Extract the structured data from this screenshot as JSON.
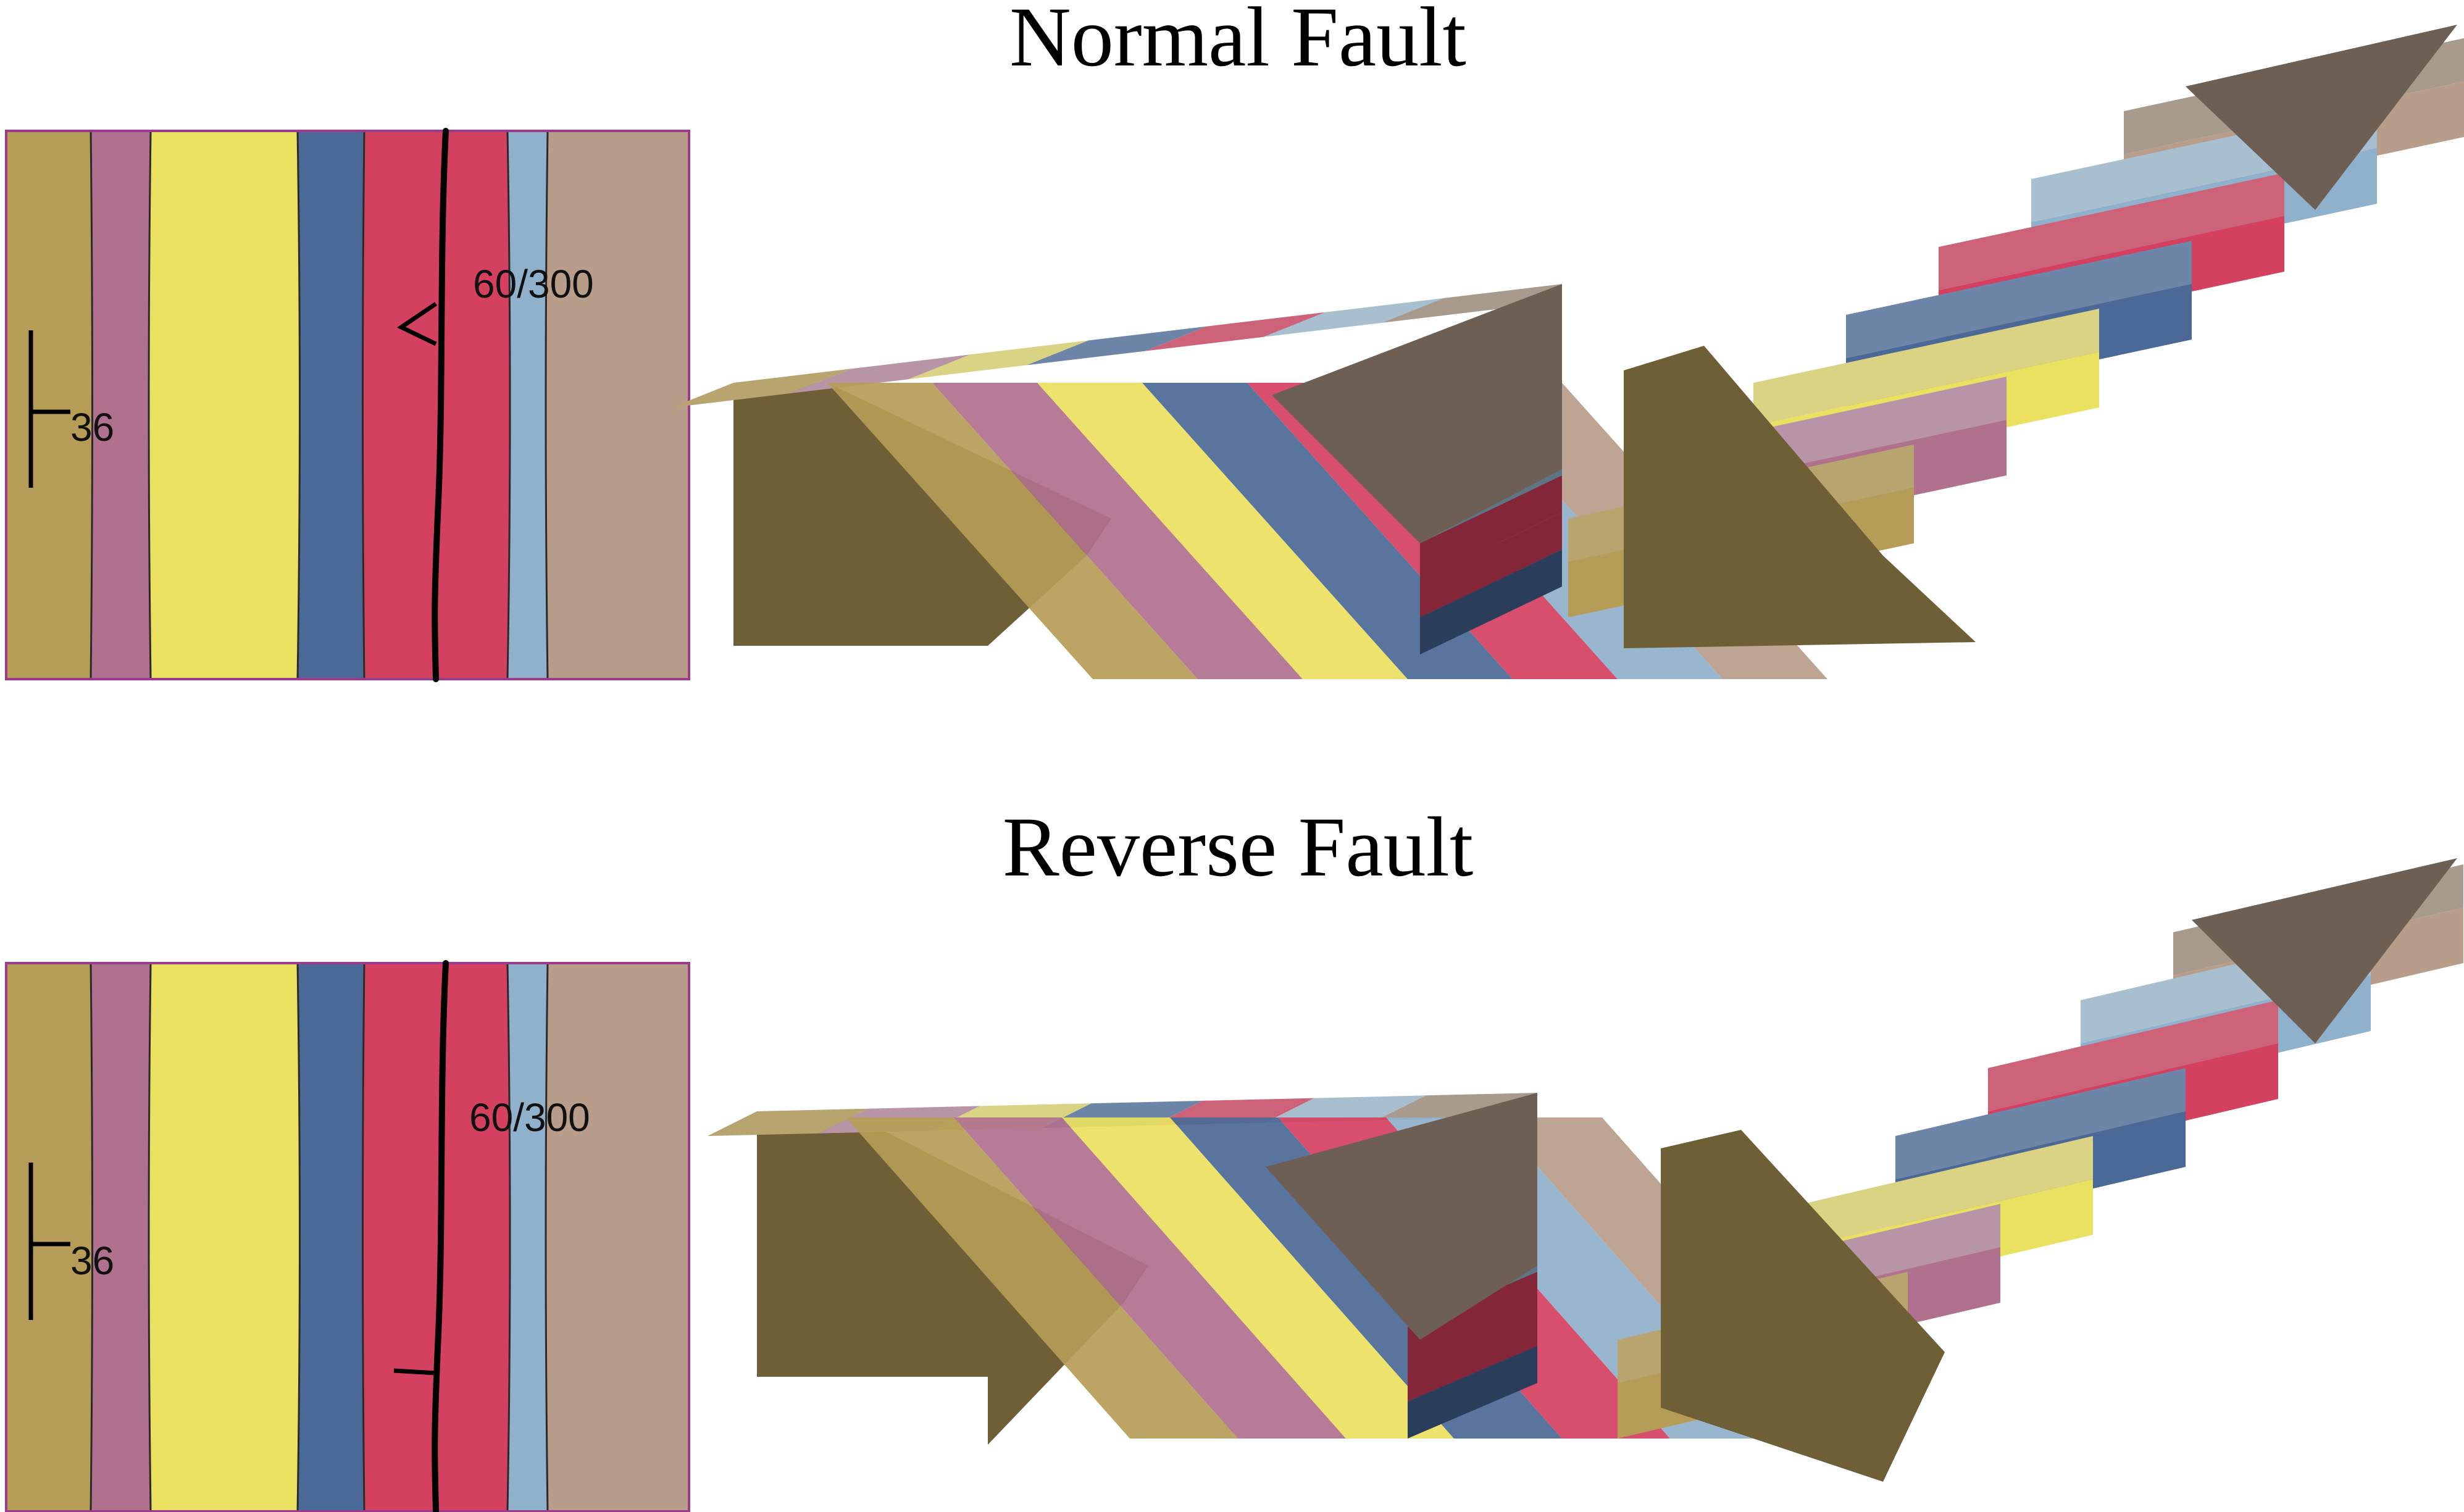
{
  "panels": [
    {
      "title": "Normal Fault",
      "fault_label": "60/300",
      "bedding_dip": "36",
      "fault_type": "normal"
    },
    {
      "title": "Reverse Fault",
      "fault_label": "60/300",
      "bedding_dip": "36",
      "fault_type": "reverse"
    }
  ],
  "layers": [
    {
      "name": "unit-1",
      "color": "#b59c57",
      "top": "#b8a46f",
      "side": "#6e5f36"
    },
    {
      "name": "unit-2",
      "color": "#b0718e",
      "top": "#b794a6",
      "side": "#6d4d5e"
    },
    {
      "name": "unit-3",
      "color": "#ebe160",
      "top": "#d9d383",
      "side": "#8f8a3a"
    },
    {
      "name": "unit-4",
      "color": "#4b6996",
      "top": "#6d85a6",
      "side": "#2a3e5c"
    },
    {
      "name": "unit-5",
      "color": "#d4405f",
      "top": "#cc6379",
      "side": "#822638"
    },
    {
      "name": "unit-6",
      "color": "#8fb1cb",
      "top": "#a8bfd0",
      "side": "#5c7686"
    },
    {
      "name": "unit-7",
      "color": "#b89d8a",
      "top": "#a89a8d",
      "side": "#6e5f54"
    }
  ],
  "colors": {
    "map_border": "#9a3b8c",
    "fault_trace": "#000000"
  }
}
